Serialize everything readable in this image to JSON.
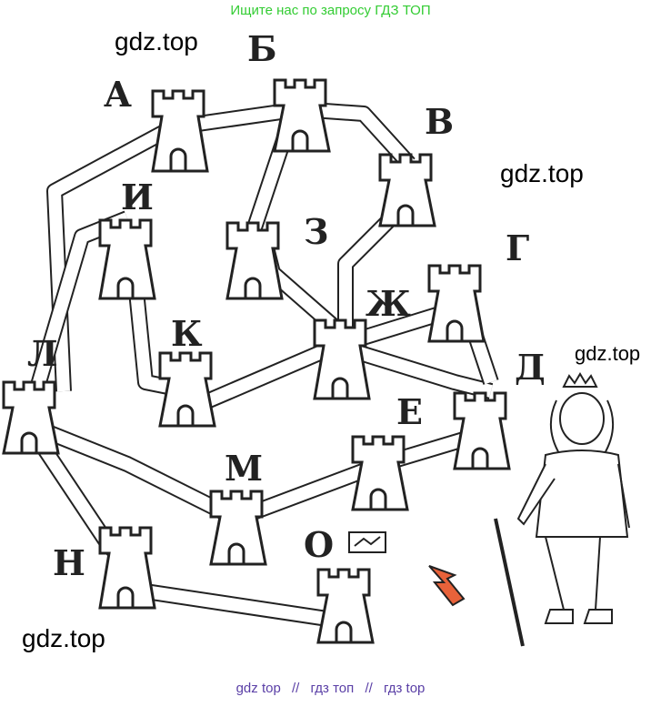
{
  "top_banner": "Ищите нас по запросу ГДЗ ТОП",
  "watermarks": [
    "gdz.top",
    "gdz.top",
    "gdz.top",
    "gdz.top"
  ],
  "bottom_banner": {
    "a": "gdz top",
    "sep1": "//",
    "b": "гдз топ",
    "sep2": "//",
    "c": "гдз top"
  },
  "labels": {
    "A": "А",
    "B": "Б",
    "V": "В",
    "G": "Г",
    "D": "Д",
    "E": "Е",
    "ZH": "Ж",
    "Z": "З",
    "I": "И",
    "K": "К",
    "L": "Л",
    "M": "М",
    "N": "Н",
    "O": "О"
  },
  "colors": {
    "banner_green": "#33cc33",
    "banner_purple": "#5a3fa6",
    "arrow": "#e8623a"
  }
}
